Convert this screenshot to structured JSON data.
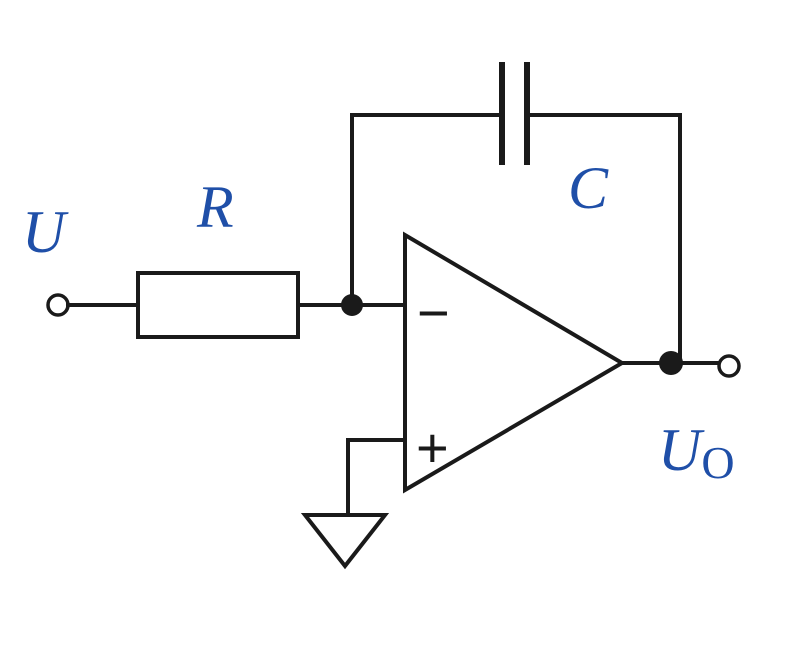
{
  "colors": {
    "wire": "#1a1a1a",
    "label": "#1f4fa8",
    "label_highlight": "#c9891e"
  },
  "labels": {
    "input": "U",
    "resistor": "R",
    "capacitor": "C",
    "output_main": "U",
    "output_sub": "O"
  },
  "opamp": {
    "inverting_sign": "−",
    "noninverting_sign": "+"
  }
}
